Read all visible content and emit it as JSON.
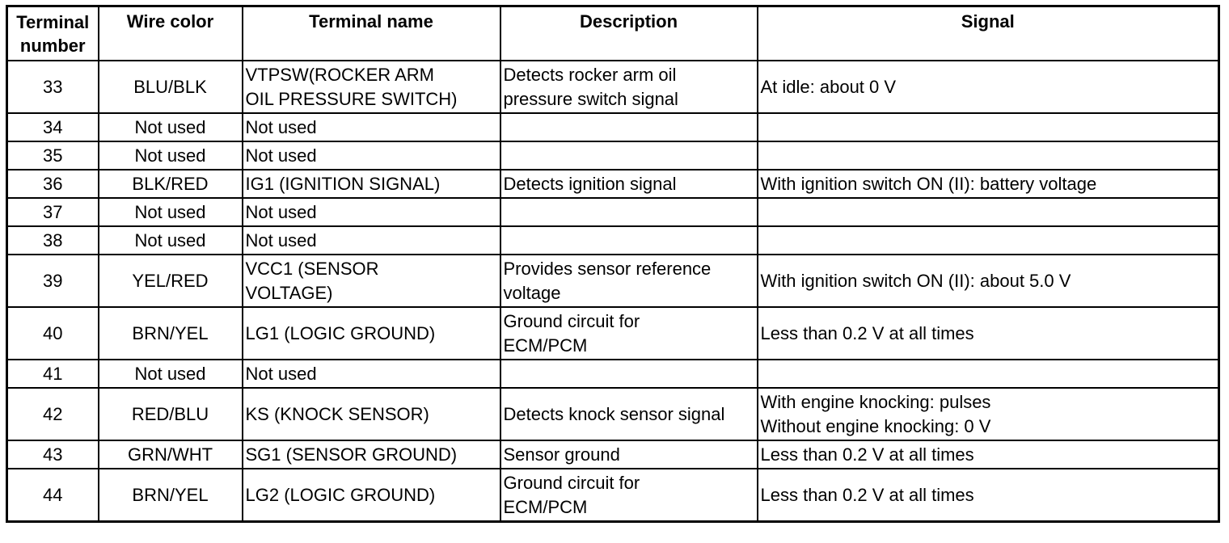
{
  "headers": {
    "terminal_number": "Terminal number",
    "wire_color": "Wire color",
    "terminal_name": "Terminal name",
    "description": "Description",
    "signal": "Signal"
  },
  "rows": [
    {
      "num": "33",
      "wire": "BLU/BLK",
      "name": [
        "VTPSW(ROCKER ARM",
        "OIL PRESSURE SWITCH)"
      ],
      "desc": [
        "Detects rocker arm oil",
        "pressure switch signal"
      ],
      "sig": [
        "At idle: about 0 V"
      ]
    },
    {
      "num": "34",
      "wire": "Not used",
      "name": [
        "Not used"
      ],
      "desc": [],
      "sig": []
    },
    {
      "num": "35",
      "wire": "Not used",
      "name": [
        "Not used"
      ],
      "desc": [],
      "sig": []
    },
    {
      "num": "36",
      "wire": "BLK/RED",
      "name": [
        "IG1 (IGNITION SIGNAL)"
      ],
      "desc": [
        "Detects ignition signal"
      ],
      "sig": [
        "With ignition switch ON (II): battery voltage"
      ]
    },
    {
      "num": "37",
      "wire": "Not used",
      "name": [
        "Not used"
      ],
      "desc": [],
      "sig": []
    },
    {
      "num": "38",
      "wire": "Not used",
      "name": [
        "Not used"
      ],
      "desc": [],
      "sig": []
    },
    {
      "num": "39",
      "wire": "YEL/RED",
      "name": [
        "VCC1 (SENSOR",
        "VOLTAGE)"
      ],
      "desc": [
        "Provides sensor reference",
        "voltage"
      ],
      "sig": [
        "With ignition switch ON (II): about 5.0 V"
      ]
    },
    {
      "num": "40",
      "wire": "BRN/YEL",
      "name": [
        "LG1 (LOGIC GROUND)"
      ],
      "desc": [
        "Ground circuit for",
        "ECM/PCM"
      ],
      "sig": [
        "Less than 0.2 V at all times"
      ]
    },
    {
      "num": "41",
      "wire": "Not used",
      "name": [
        "Not used"
      ],
      "desc": [],
      "sig": []
    },
    {
      "num": "42",
      "wire": "RED/BLU",
      "name": [
        "KS (KNOCK SENSOR)"
      ],
      "desc": [
        "Detects knock sensor signal"
      ],
      "sig": [
        "With engine knocking: pulses",
        "Without engine knocking: 0 V"
      ]
    },
    {
      "num": "43",
      "wire": "GRN/WHT",
      "name": [
        "SG1 (SENSOR GROUND)"
      ],
      "desc": [
        "Sensor ground"
      ],
      "sig": [
        "Less than 0.2 V at all times"
      ]
    },
    {
      "num": "44",
      "wire": "BRN/YEL",
      "name": [
        "LG2 (LOGIC GROUND)"
      ],
      "desc": [
        "Ground circuit for",
        "ECM/PCM"
      ],
      "sig": [
        "Less than 0.2 V at all times"
      ]
    }
  ]
}
